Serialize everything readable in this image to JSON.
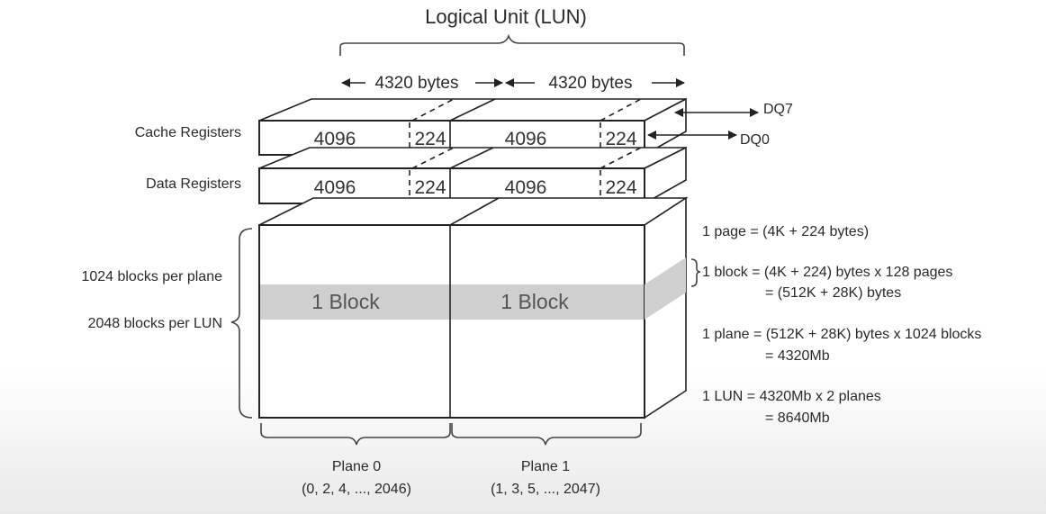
{
  "title": "Logical Unit (LUN)",
  "width_labels": [
    "4320 bytes",
    "4320 bytes"
  ],
  "dq": {
    "top": "DQ7",
    "bottom": "DQ0"
  },
  "rows": {
    "cache_label": "Cache Registers",
    "data_label": "Data Registers",
    "main_cell": "4096",
    "spare_cell": "224"
  },
  "left_labels": {
    "blocks_per_plane": "1024 blocks per plane",
    "blocks_per_lun": "2048 blocks per LUN"
  },
  "block_label": "1 Block",
  "planes": [
    {
      "name": "Plane 0",
      "blocks": "(0, 2, 4, ..., 2046)"
    },
    {
      "name": "Plane 1",
      "blocks": "(1, 3, 5, ..., 2047)"
    }
  ],
  "notes": {
    "page": "1 page  = (4K + 224 bytes)",
    "block_1": "1 block = (4K + 224) bytes x 128 pages",
    "block_2": "= (512K + 28K) bytes",
    "plane_1": "1 plane = (512K + 28K) bytes x 1024 blocks",
    "plane_2": "= 4320Mb",
    "lun_1": "1 LUN   = 4320Mb x 2 planes",
    "lun_2": "= 8640Mb"
  }
}
